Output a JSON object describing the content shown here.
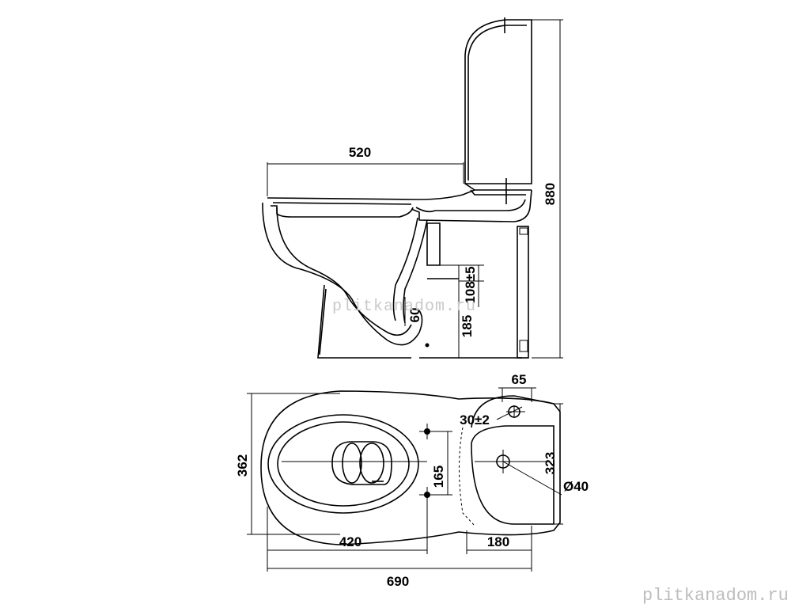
{
  "diagram": {
    "side_view": {
      "length_label": "520",
      "height_label": "880",
      "outlet_offset_label": "108±5",
      "outlet_height_label": "185",
      "outlet_diameter_label": "60"
    },
    "top_view": {
      "width_label": "362",
      "bowl_length_label": "420",
      "total_length_label": "690",
      "tank_depth_label": "180",
      "mount_spacing_label": "165",
      "tank_width_label": "323",
      "inlet_offset_label": "65",
      "inlet_tolerance_label": "30±2",
      "hole_diameter_label": "Ø40"
    }
  },
  "watermarks": {
    "center": "plitkanadom.ru",
    "corner": "plitkanadom.ru"
  }
}
